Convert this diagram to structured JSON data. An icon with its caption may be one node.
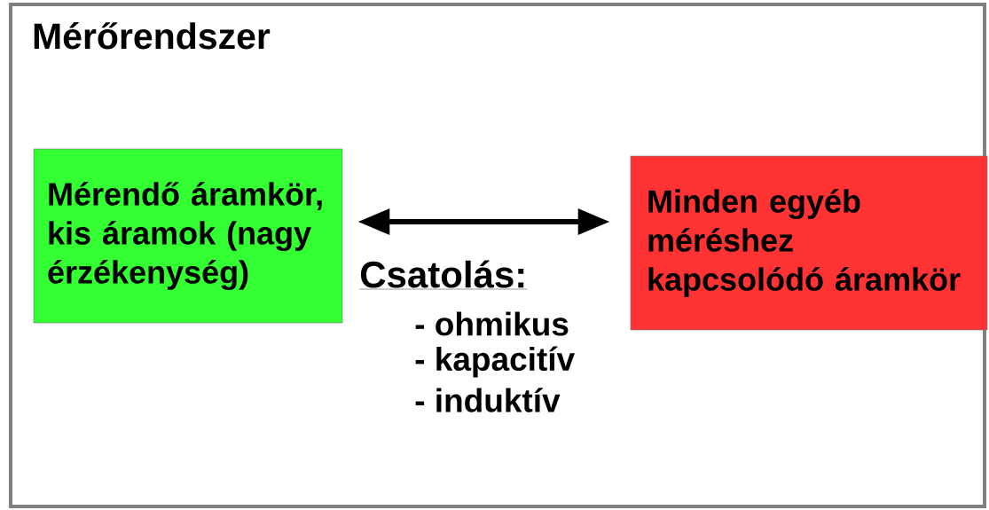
{
  "diagram": {
    "nodes": [
      {
        "text": [
          "Mérőrendszer"
        ]
      },
      {
        "text": [
          "Mérendő áramkör, kis áramok (nagy érzékenység)"
        ],
        "in": 0
      },
      {
        "text": [
          "Minden egyéb méréshez kapcsolódó áramkör"
        ],
        "in": 0
      }
    ],
    "edges": [
      {
        "from": 1,
        "to": 2,
        "arrow": "both"
      }
    ],
    "labels": [
      "Csatolás:",
      "- ohmikus",
      "- kapacitív",
      "- induktív"
    ]
  }
}
